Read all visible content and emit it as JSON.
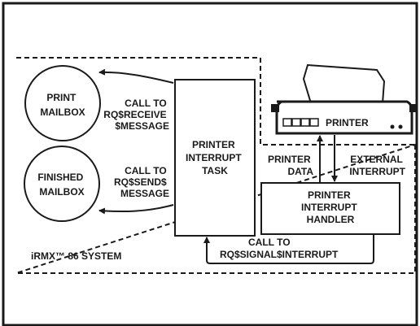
{
  "diagram": {
    "system_label": "iRMX™ 86 SYSTEM",
    "nodes": {
      "print_mailbox": [
        "PRINT",
        "MAILBOX"
      ],
      "finished_mailbox": [
        "FINISHED",
        "MAILBOX"
      ],
      "printer_interrupt_task": [
        "PRINTER",
        "INTERRUPT",
        "TASK"
      ],
      "printer_interrupt_handler": [
        "PRINTER",
        "INTERRUPT",
        "HANDLER"
      ],
      "printer": "PRINTER"
    },
    "edges": {
      "receive": [
        "CALL TO",
        "RQ$RECEIVE",
        "$MESSAGE"
      ],
      "send": [
        "CALL TO",
        "RQ$SEND$",
        "MESSAGE"
      ],
      "printer_data": [
        "PRINTER",
        "DATA"
      ],
      "external_interrupt": [
        "EXTERNAL",
        "INTERRUPT"
      ],
      "signal": [
        "CALL TO",
        "RQ$SIGNAL$INTERRUPT"
      ]
    }
  },
  "colors": {
    "ink": "#1a1a1a",
    "background": "#ffffff"
  }
}
